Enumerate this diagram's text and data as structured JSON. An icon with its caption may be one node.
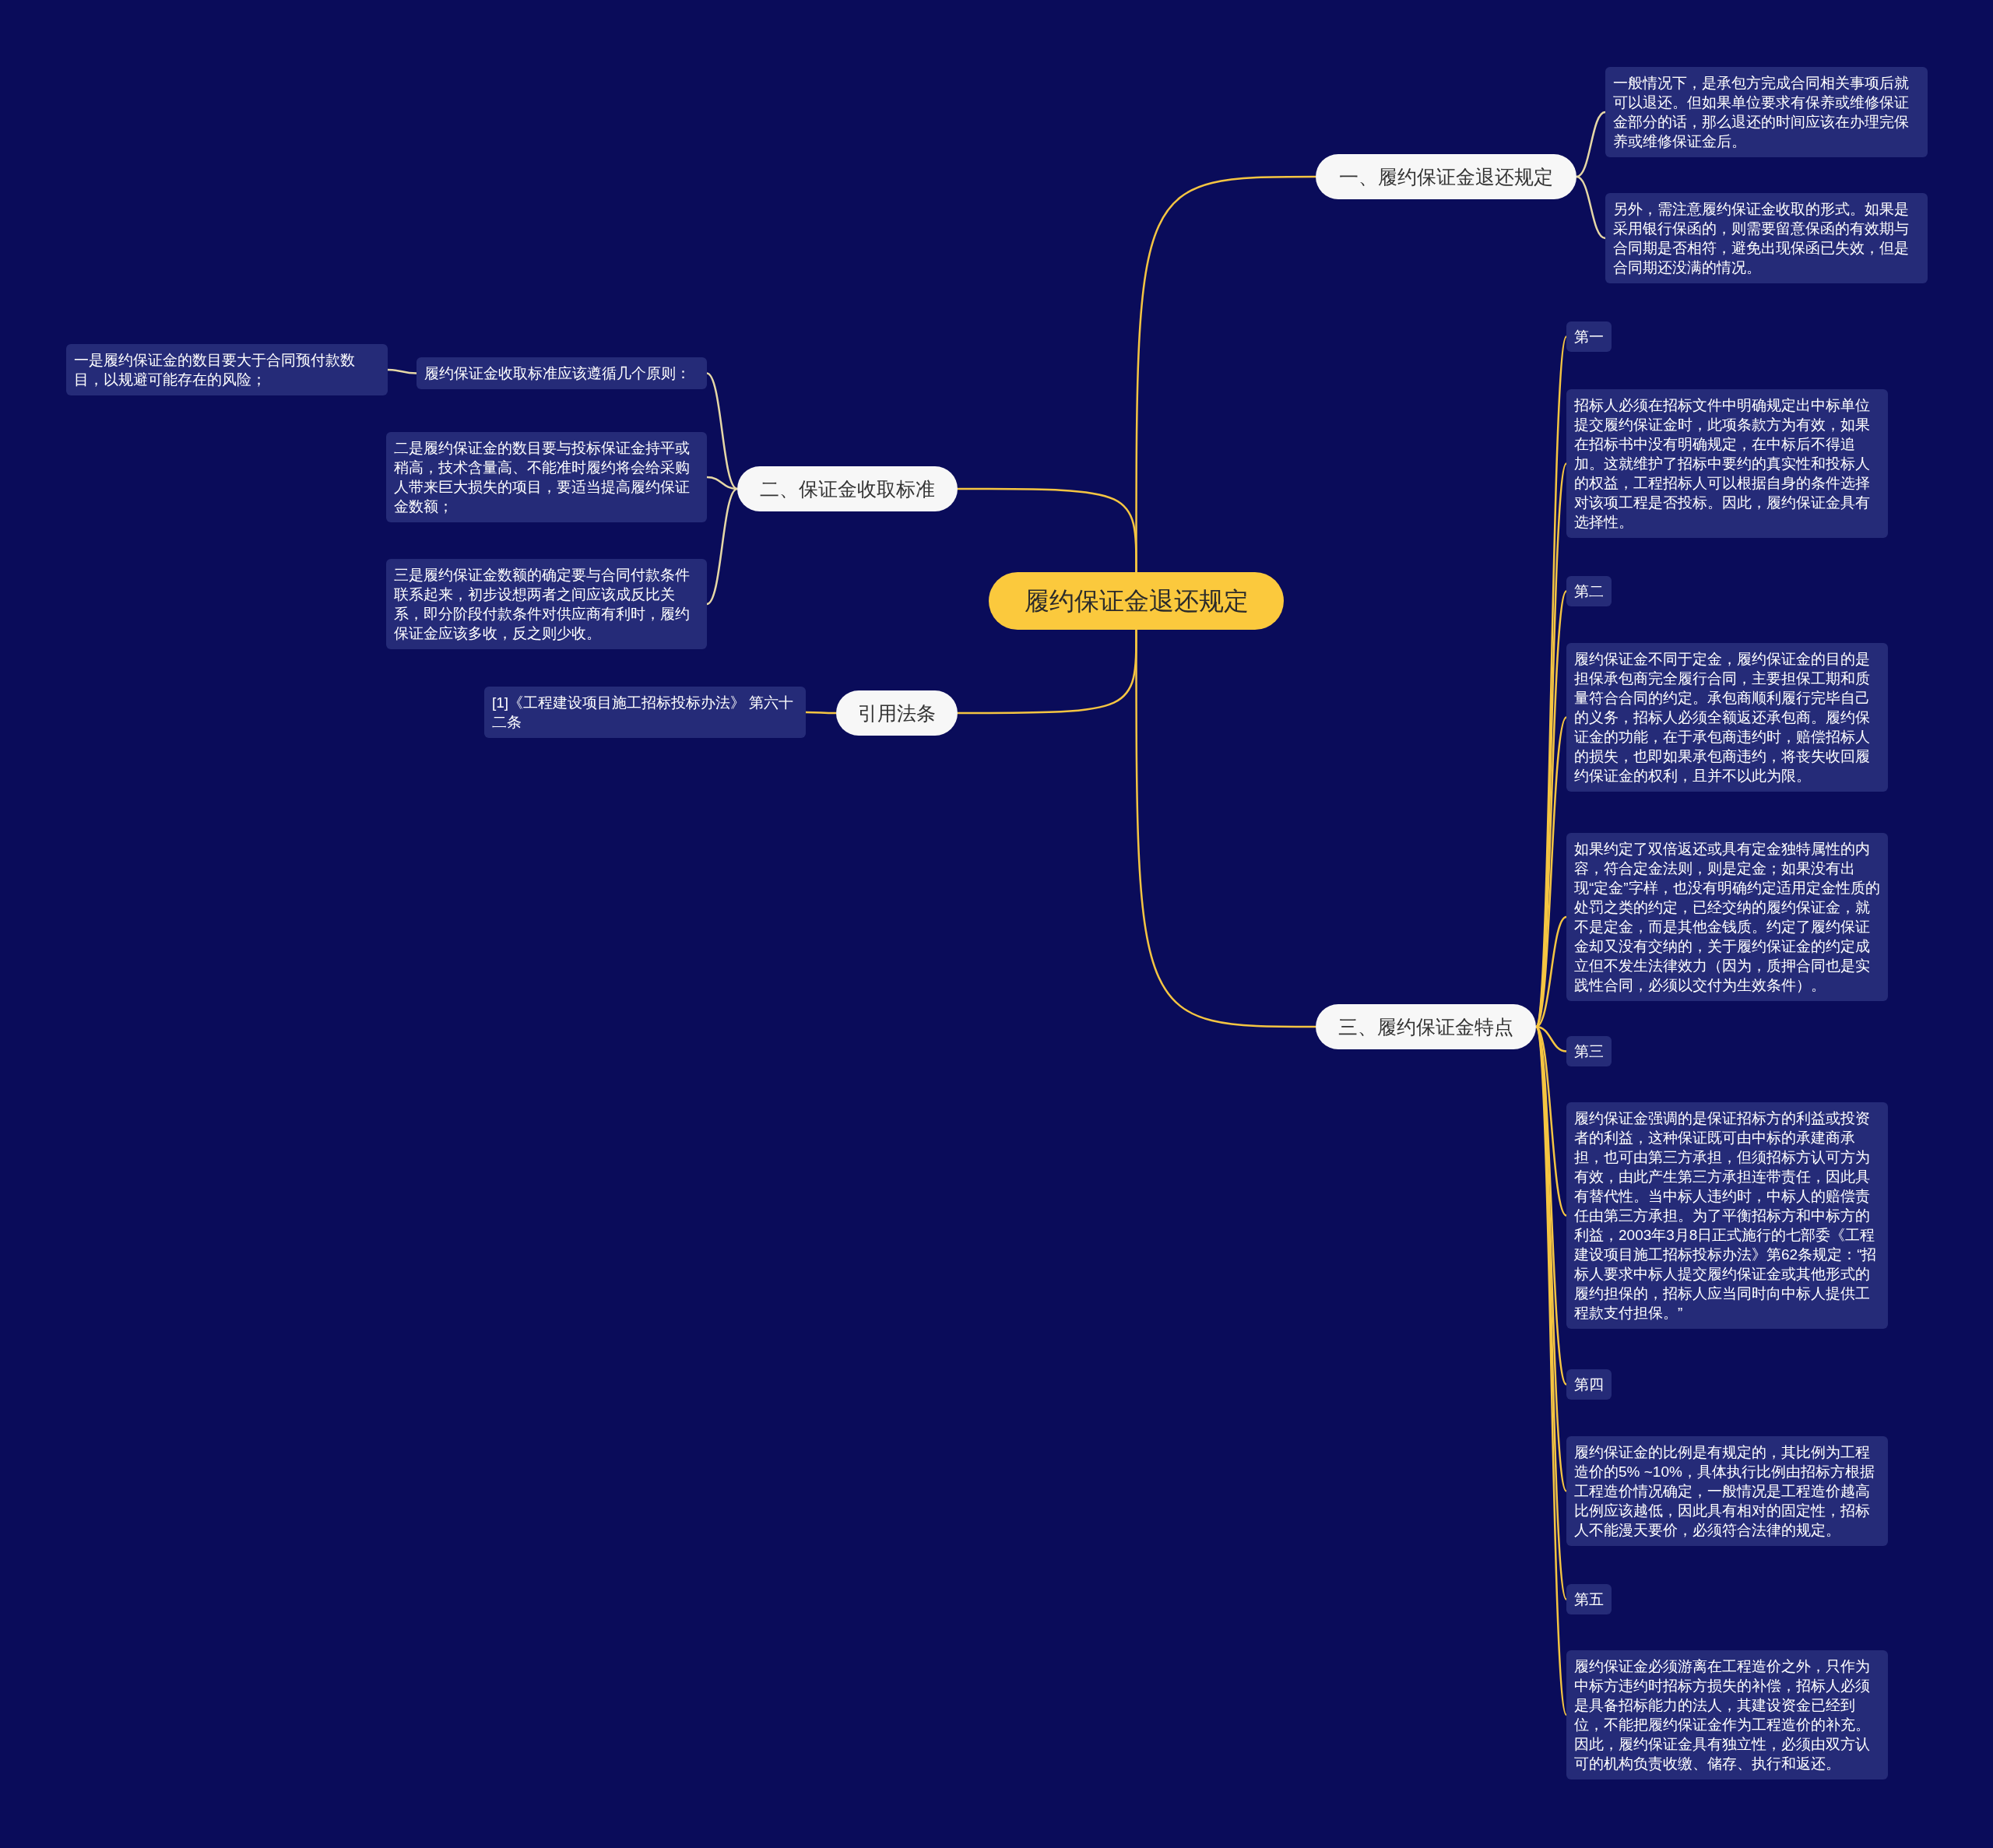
{
  "diagram": {
    "nodes": [
      {
        "text": [
          "履约保证金退还规定"
        ]
      },
      {
        "text": [
          "一、履约保证金退还规定"
        ]
      },
      {
        "text": [
          "一般情况下，是承包方完成合同相关事项后就可以退还。但如果单位要求有保养或维修保证金部分的话，那么退还的时间应该在办理完保养或维修保证金后。"
        ]
      },
      {
        "text": [
          "另外，需注意履约保证金收取的形式。如果是采用银行保函的，则需要留意保函的有效期与合同期是否相符，避免出现保函已失效，但是合同期还没满的情况。"
        ]
      },
      {
        "text": [
          "二、保证金收取标准"
        ]
      },
      {
        "text": [
          "履约保证金收取标准应该遵循几个原则："
        ]
      },
      {
        "text": [
          "一是履约保证金的数目要大于合同预付款数目，以规避可能存在的风险；"
        ]
      },
      {
        "text": [
          "二是履约保证金的数目要与投标保证金持平或稍高，技术含量高、不能准时履约将会给采购人带来巨大损失的项目，要适当提高履约保证金数额；"
        ]
      },
      {
        "text": [
          "三是履约保证金数额的确定要与合同付款条件联系起来，初步设想两者之间应该成反比关系，即分阶段付款条件对供应商有利时，履约保证金应该多收，反之则少收。"
        ]
      },
      {
        "text": [
          "引用法条"
        ]
      },
      {
        "text": [
          "[1]《工程建设项目施工招标投标办法》 第六十二条"
        ]
      },
      {
        "text": [
          "三、履约保证金特点"
        ]
      },
      {
        "text": [
          "第一"
        ]
      },
      {
        "text": [
          "招标人必须在招标文件中明确规定出中标单位提交履约保证金时，此项条款方为有效，如果在招标书中没有明确规定，在中标后不得追加。这就维护了招标中要约的真实性和投标人的权益，工程招标人可以根据自身的条件选择对该项工程是否投标。因此，履约保证金具有选择性。"
        ]
      },
      {
        "text": [
          "第二"
        ]
      },
      {
        "text": [
          "履约保证金不同于定金，履约保证金的目的是担保承包商完全履行合同，主要担保工期和质量符合合同的约定。承包商顺利履行完毕自己的义务，招标人必须全额返还承包商。履约保证金的功能，在于承包商违约时，赔偿招标人的损失，也即如果承包商违约，将丧失收回履约保证金的权利，且并不以此为限。"
        ]
      },
      {
        "text": [
          "如果约定了双倍返还或具有定金独特属性的内容，符合定金法则，则是定金；如果没有出现“定金”字样，也没有明确约定适用定金性质的处罚之类的约定，已经交纳的履约保证金，就不是定金，而是其他金钱质。约定了履约保证金却又没有交纳的，关于履约保证金的约定成立但不发生法律效力（因为，质押合同也是实践性合同，必须以交付为生效条件）。"
        ]
      },
      {
        "text": [
          "第三"
        ]
      },
      {
        "text": [
          "履约保证金强调的是保证招标方的利益或投资者的利益，这种保证既可由中标的承建商承担，也可由第三方承担，但须招标方认可方为有效，由此产生第三方承担连带责任，因此具有替代性。当中标人违约时，中标人的赔偿责任由第三方承担。为了平衡招标方和中标方的利益，2003年3月8日正式施行的七部委《工程建设项目施工招标投标办法》第62条规定：“招标人要求中标人提交履约保证金或其他形式的履约担保的，招标人应当同时向中标人提供工程款支付担保。”"
        ]
      },
      {
        "text": [
          "第四"
        ]
      },
      {
        "text": [
          "履约保证金的比例是有规定的，其比例为工程造价的5% ~10%，具体执行比例由招标方根据工程造价情况确定，一般情况是工程造价越高比例应该越低，因此具有相对的固定性，招标人不能漫天要价，必须符合法律的规定。"
        ]
      },
      {
        "text": [
          "第五"
        ]
      },
      {
        "text": [
          "履约保证金必须游离在工程造价之外，只作为中标方违约时招标方损失的补偿，招标人必须是具备招标能力的法人，其建设资金已经到位，不能把履约保证金作为工程造价的补充。因此，履约保证金具有独立性，必须由双方认可的机构负责收缴、储存、执行和返还。"
        ]
      }
    ],
    "edges": [
      {
        "from": 0,
        "to": 1,
        "arrow": "none"
      },
      {
        "from": 1,
        "to": 2,
        "arrow": "none",
        "color": "#e6d8a6"
      },
      {
        "from": 1,
        "to": 3,
        "arrow": "none",
        "color": "#e6d8a6"
      },
      {
        "from": 0,
        "to": 4,
        "arrow": "none"
      },
      {
        "from": 4,
        "to": 5,
        "arrow": "none",
        "color": "#e6d8a6"
      },
      {
        "from": 5,
        "to": 6,
        "arrow": "none",
        "color": "#e6d8a6"
      },
      {
        "from": 4,
        "to": 7,
        "arrow": "none",
        "color": "#e6d8a6"
      },
      {
        "from": 4,
        "to": 8,
        "arrow": "none",
        "color": "#e6d8a6"
      },
      {
        "from": 0,
        "to": 9,
        "arrow": "none"
      },
      {
        "from": 9,
        "to": 10,
        "arrow": "none"
      },
      {
        "from": 0,
        "to": 11,
        "arrow": "none"
      },
      {
        "from": 11,
        "to": 12,
        "arrow": "none"
      },
      {
        "from": 11,
        "to": 13,
        "arrow": "none"
      },
      {
        "from": 11,
        "to": 14,
        "arrow": "none"
      },
      {
        "from": 11,
        "to": 15,
        "arrow": "none"
      },
      {
        "from": 11,
        "to": 16,
        "arrow": "none"
      },
      {
        "from": 11,
        "to": 17,
        "arrow": "none"
      },
      {
        "from": 11,
        "to": 18,
        "arrow": "none"
      },
      {
        "from": 11,
        "to": 19,
        "arrow": "none"
      },
      {
        "from": 11,
        "to": 20,
        "arrow": "none"
      },
      {
        "from": 11,
        "to": 21,
        "arrow": "none"
      },
      {
        "from": 11,
        "to": 22,
        "arrow": "none"
      }
    ]
  }
}
